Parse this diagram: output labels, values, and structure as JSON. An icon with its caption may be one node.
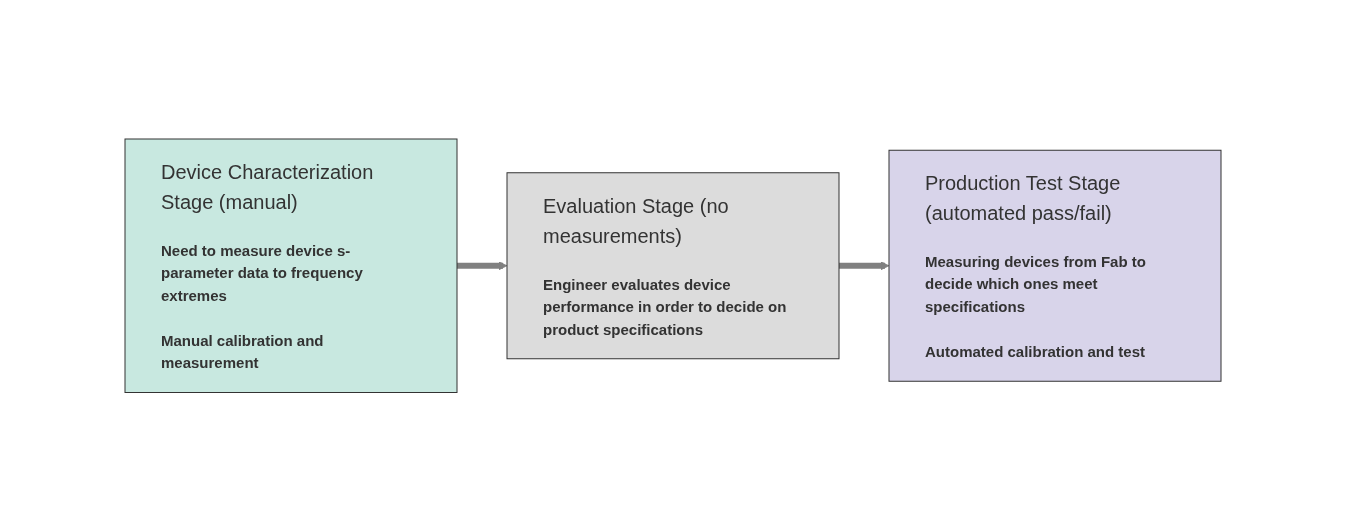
{
  "diagram": {
    "nodes": [
      {
        "text": [
          "Device Characterization Stage (manual)",
          "Need to measure device s-parameter data to frequency extremes",
          "Manual calibration and measurement"
        ]
      },
      {
        "text": [
          "Evaluation Stage (no measurements)",
          "Engineer evaluates device performance in order to decide on product specifications"
        ]
      },
      {
        "text": [
          "Production Test Stage (automated pass/fail)",
          "Measuring devices from Fab to decide which ones meet specifications",
          "Automated calibration and test"
        ]
      }
    ],
    "edges": [
      {
        "from": 0,
        "to": 1,
        "arrow": "to"
      },
      {
        "from": 1,
        "to": 2,
        "arrow": "to"
      }
    ]
  }
}
